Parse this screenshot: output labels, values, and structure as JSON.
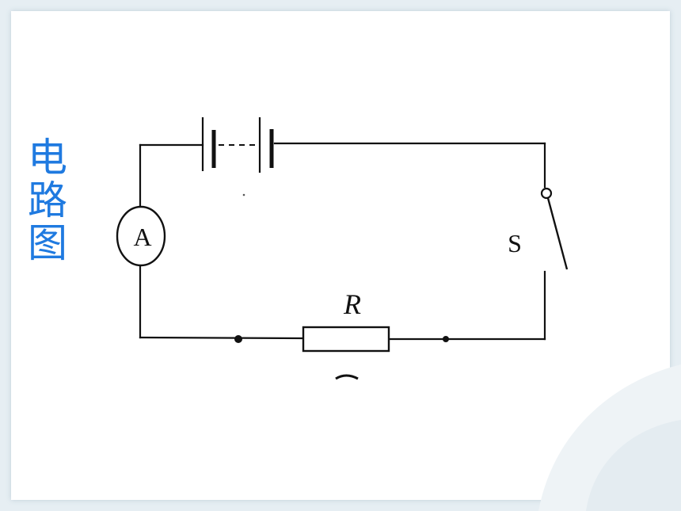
{
  "title": {
    "chars": [
      "电",
      "路",
      "图"
    ]
  },
  "circuit": {
    "ammeter_label": "A",
    "switch_label": "S",
    "resistor_label": "R"
  },
  "colors": {
    "title": "#1f7ae0",
    "wire": "#111111"
  }
}
